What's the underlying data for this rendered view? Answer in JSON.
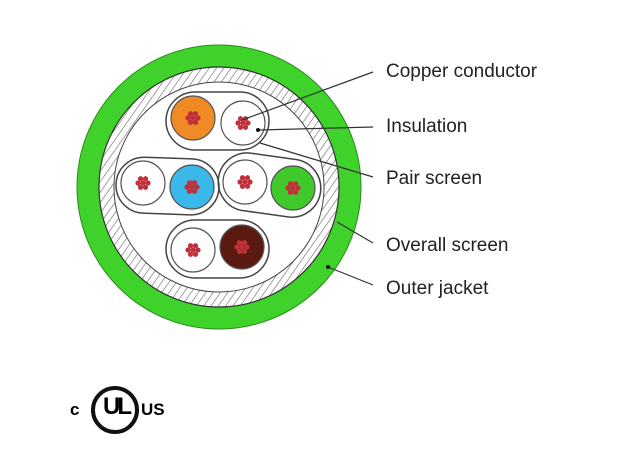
{
  "labels": {
    "copper_conductor": "Copper conductor",
    "insulation": "Insulation",
    "pair_screen": "Pair screen",
    "overall_screen": "Overall screen",
    "outer_jacket": "Outer jacket"
  },
  "certification": {
    "mark": "UL",
    "left": "c",
    "right": "US"
  },
  "colors": {
    "jacket": "#3fd22a",
    "orange": "#f08a24",
    "blue": "#3bb8ea",
    "green": "#3fc92a",
    "brown": "#5a1a10",
    "strand": "#c0303a"
  },
  "pairs": [
    {
      "colored": "orange"
    },
    {
      "colored": "blue"
    },
    {
      "colored": "green"
    },
    {
      "colored": "brown"
    }
  ]
}
